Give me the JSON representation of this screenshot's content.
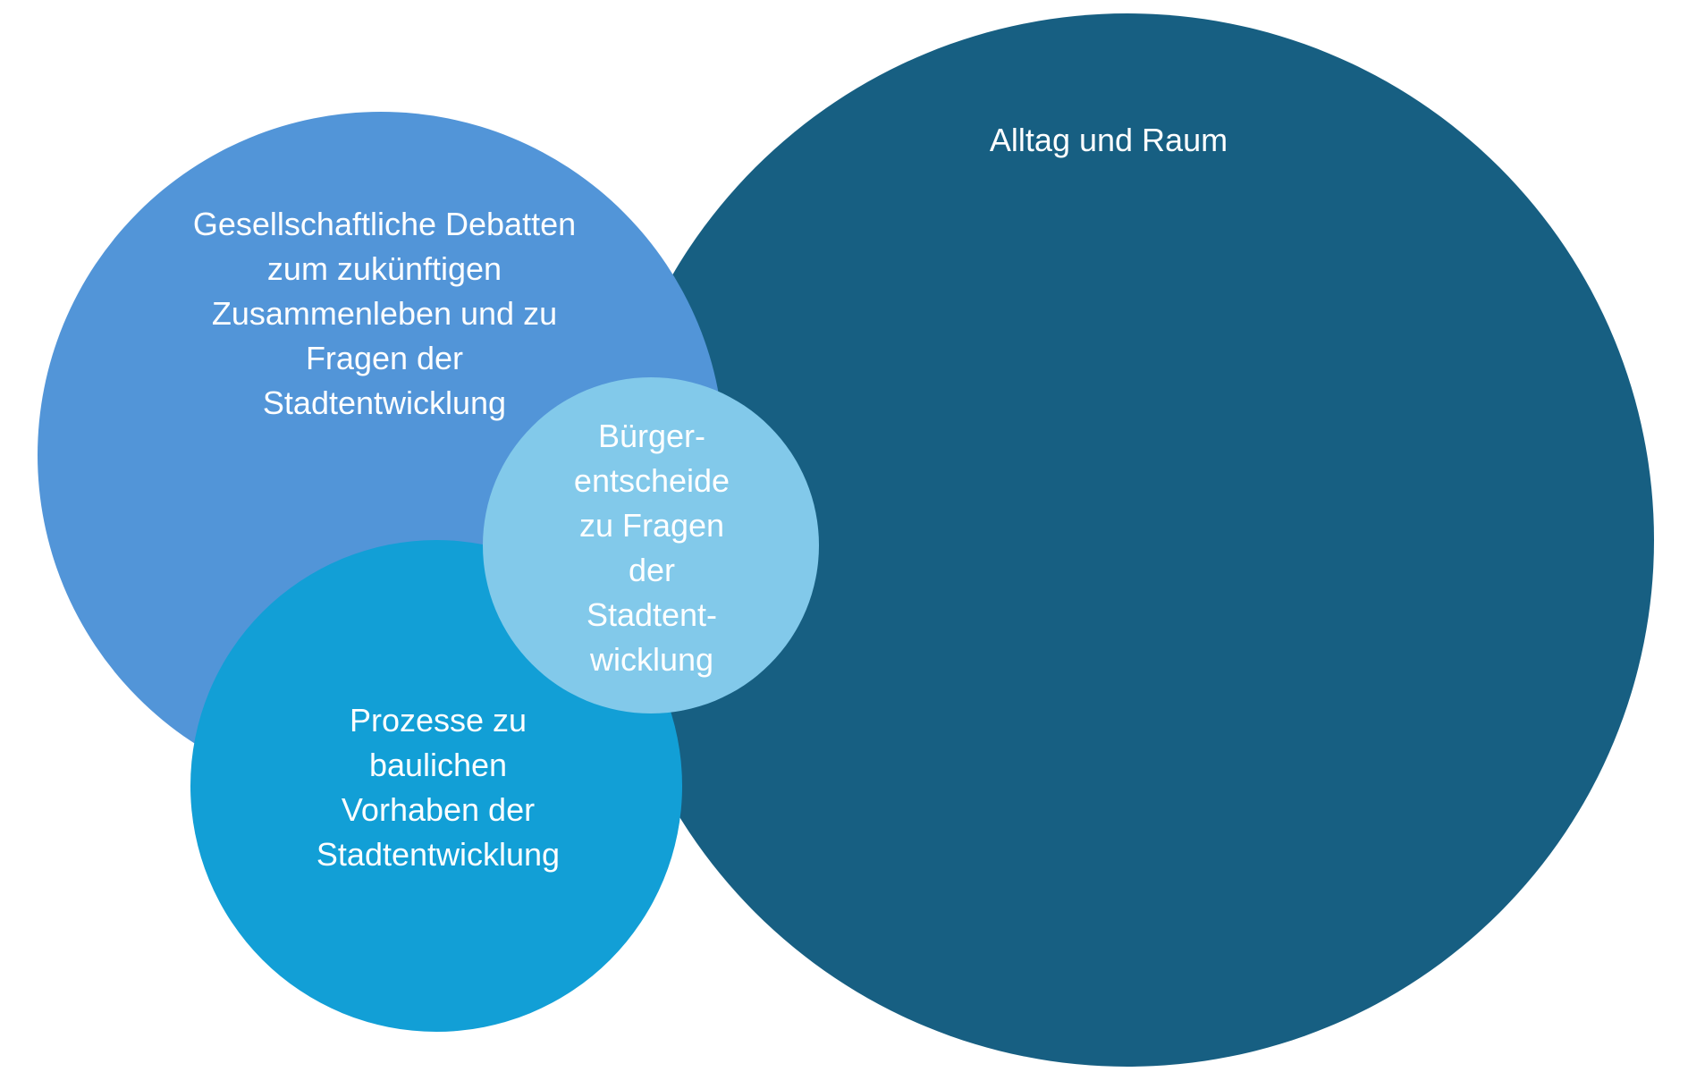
{
  "circles": [
    {
      "id": "alltag",
      "label": "Alltag und Raum",
      "color": "#175f82"
    },
    {
      "id": "debatten",
      "label": "Gesellschaftliche Debatten\nzum zukünftigen\nZusammenleben und zu\nFragen der\nStadtentwicklung",
      "color": "#5295d8"
    },
    {
      "id": "prozesse",
      "label": "Prozesse zu\nbaulichen\nVorhaben der\nStadtentwicklung",
      "color": "#129fd6"
    },
    {
      "id": "buerger",
      "label": "Bürger-\nentscheide\nzu Fragen\nder\nStadtent-\nwicklung",
      "color": "#82c9ea"
    }
  ]
}
